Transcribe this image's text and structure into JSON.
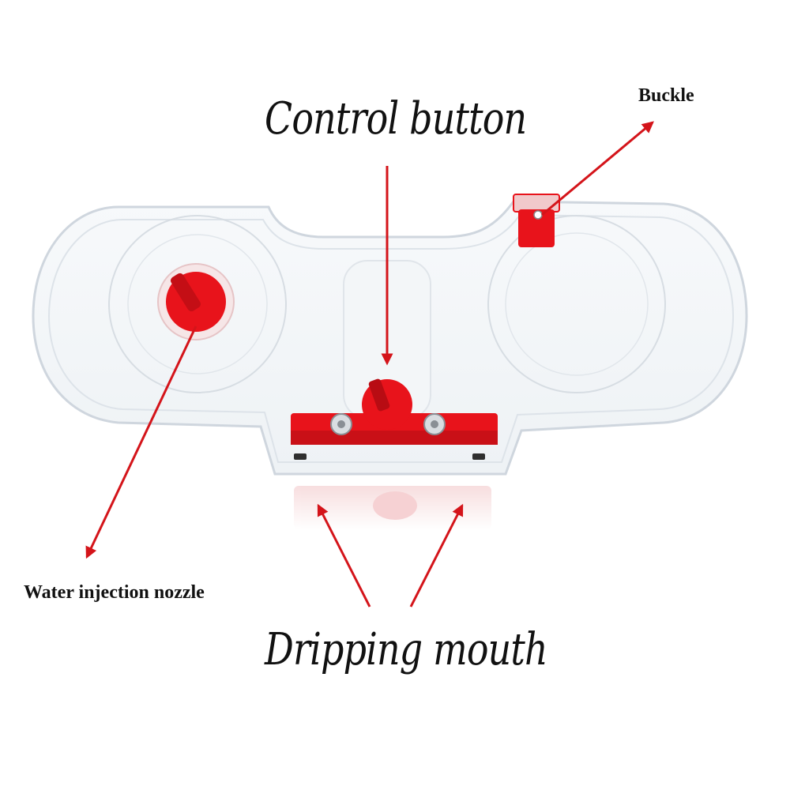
{
  "labels": {
    "control_button": "Control button",
    "buckle": "Buckle",
    "water_injection_nozzle": "Water injection nozzle",
    "dripping_mouth": "Dripping mouth"
  },
  "colors": {
    "accent_red": "#e8131b",
    "arrow_red": "#d4141a",
    "case_outline": "#cfd6de",
    "text": "#111111"
  }
}
